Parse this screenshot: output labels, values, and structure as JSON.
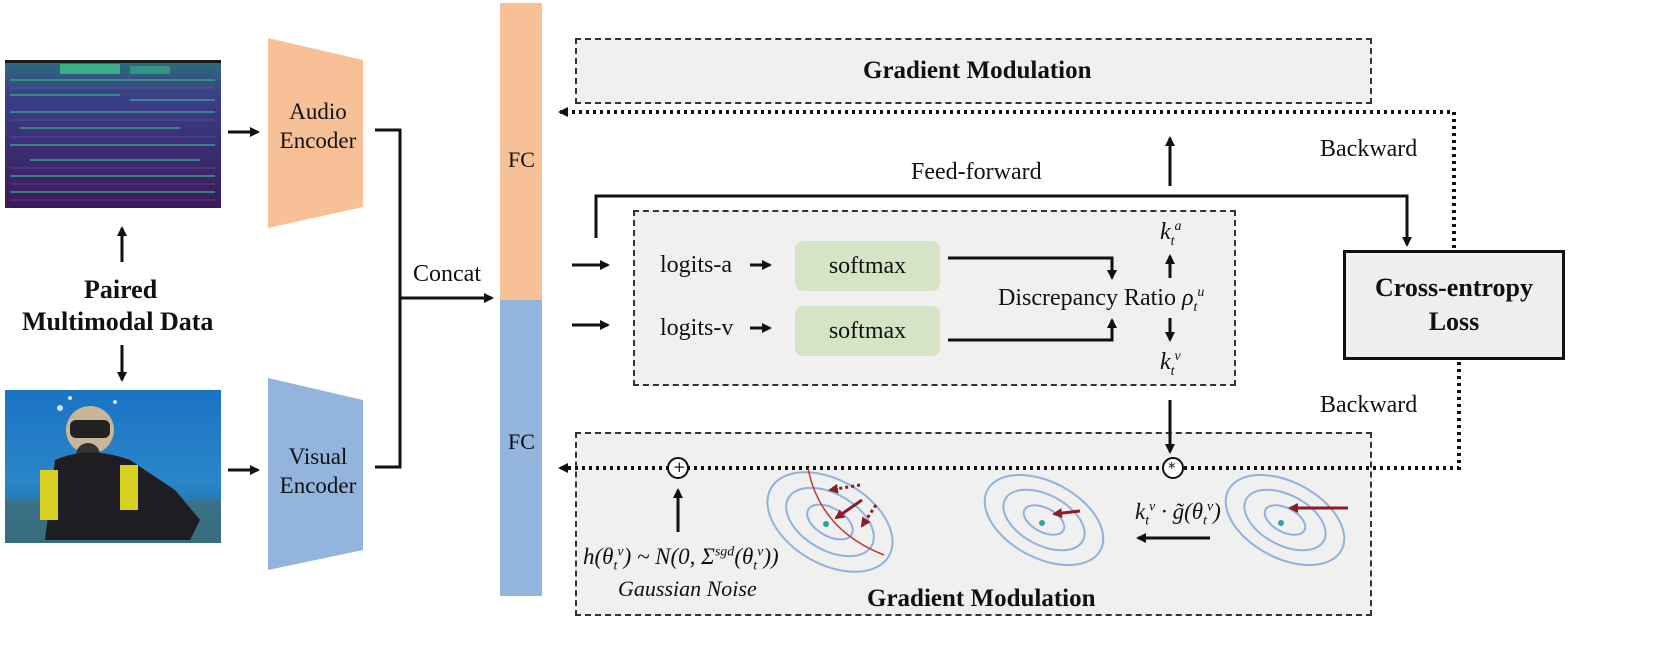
{
  "inputs": {
    "title_line1": "Paired",
    "title_line2": "Multimodal Data",
    "spectrogram_alt": "audio spectrogram",
    "photo_alt": "scuba diver underwater"
  },
  "encoders": {
    "audio_line1": "Audio",
    "audio_line2": "Encoder",
    "visual_line1": "Visual",
    "visual_line2": "Encoder"
  },
  "fusion": {
    "concat": "Concat",
    "fc_top": "FC",
    "fc_bottom": "FC"
  },
  "flow": {
    "feed_forward": "Feed-forward",
    "backward_top": "Backward",
    "backward_bottom": "Backward",
    "gradient_modulation_top": "Gradient Modulation",
    "gradient_modulation_bottom": "Gradient Modulation"
  },
  "discrepancy": {
    "logits_a": "logits-a",
    "logits_v": "logits-v",
    "softmax_a": "softmax",
    "softmax_v": "softmax",
    "ratio_label": "Discrepancy Ratio"
  },
  "loss": {
    "line1": "Cross-entropy",
    "line2": "Loss"
  },
  "noise": {
    "label": "Gaussian Noise",
    "plus_symbol": "+",
    "times_symbol": "*"
  },
  "colors": {
    "audio": "#f8c096",
    "visual": "#93b4dc",
    "softmax": "#d4e4c4",
    "panel": "#f0f0f0",
    "arrow_red": "#8c1c28",
    "contour": "#8fb2dc"
  }
}
